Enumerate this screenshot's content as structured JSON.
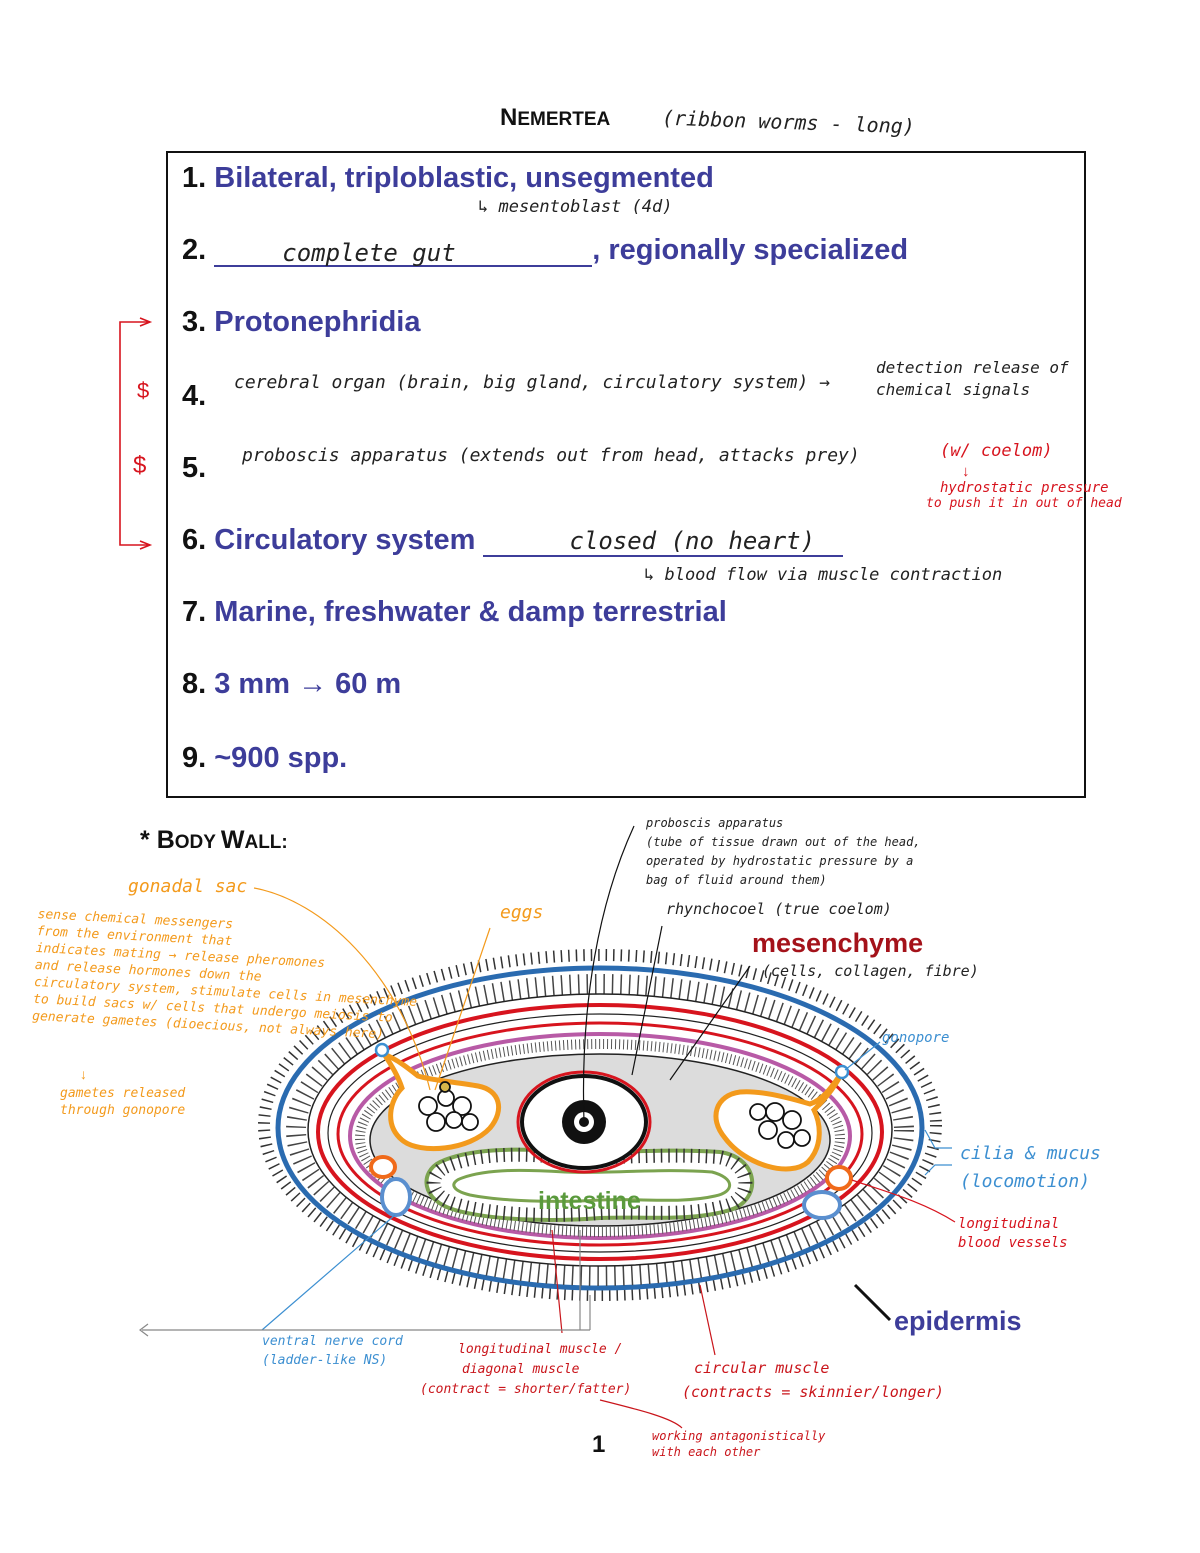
{
  "header": {
    "title_big": "N",
    "title_rest": "EMERTEA",
    "title_note": "(ribbon worms - long)"
  },
  "items": [
    {
      "num": "1.",
      "text": "Bilateral, triploblastic, unsegmented",
      "note": "↳ mesentoblast (4d)"
    },
    {
      "num": "2.",
      "blank": "complete gut",
      "text": ", regionally specialized"
    },
    {
      "num": "3.",
      "text": "Protonephridia"
    },
    {
      "num": "4.",
      "note": "cerebral organ (brain, big gland, circulatory system) →",
      "note2": "detection release of",
      "note3": "chemical signals"
    },
    {
      "num": "5.",
      "note": "proboscis apparatus (extends out from head, attacks prey)",
      "note_red": "(w/ coelom)",
      "note_red2": "hydrostatic pressure",
      "note_red3": "to push it in out of head"
    },
    {
      "num": "6.",
      "text": "Circulatory system",
      "blank": "closed (no heart)",
      "note": "↳ blood flow via muscle contraction"
    },
    {
      "num": "7.",
      "text": "Marine, freshwater & damp terrestrial"
    },
    {
      "num": "8.",
      "text": "3 mm → 60 m"
    },
    {
      "num": "9.",
      "text": "~900 spp."
    }
  ],
  "margin_marks": {
    "mark1": "$",
    "mark2": "$"
  },
  "section": {
    "star": "* ",
    "big1": "B",
    "rest1": "ODY ",
    "big2": "W",
    "rest2": "ALL:"
  },
  "labels": {
    "gonadal_sac": "gonadal sac",
    "orange_note": [
      "sense chemical messengers",
      "from the environment that",
      "indicates mating → release pheromones",
      "and release hormones down the",
      "circulatory system, stimulate cells in mesenchyme",
      "to build sacs w/ cells that undergo meiosis to",
      "generate gametes (dioecious, not always here)"
    ],
    "arrow_down": "↓",
    "gametes_note": [
      "gametes released",
      "through gonopore"
    ],
    "eggs": "eggs",
    "proboscis": [
      "proboscis apparatus",
      "(tube of tissue drawn out of the head,",
      "operated by hydrostatic pressure by a",
      "bag of fluid around them)"
    ],
    "rhynchocoel": "rhynchocoel (true coelom)",
    "mesenchyme": "mesenchyme",
    "mesenchyme_note": "(cells, collagen, fibre)",
    "gonopore": "gonopore",
    "cilia": [
      "cilia & mucus",
      "(locomotion)"
    ],
    "blood_vessels": [
      "longitudinal",
      "blood vessels"
    ],
    "intestine": "intestine",
    "epidermis": "epidermis",
    "ventral_nerve": [
      "ventral nerve cord",
      "(ladder-like NS)"
    ],
    "longitudinal_muscle": [
      "longitudinal muscle /",
      "diagonal muscle",
      "(contract = shorter/fatter)"
    ],
    "circular_muscle": [
      "circular muscle",
      "(contracts = skinnier/longer)"
    ],
    "antagonistic": [
      "working antagonistically",
      "with each other"
    ]
  },
  "colors": {
    "item_blue": "#3d3d9a",
    "red": "#d7141e",
    "orange": "#f39a1c",
    "blue_ring": "#2a6bb0",
    "pink": "#b85aa6",
    "green": "#7ba34f",
    "intestine_text": "#5a9a3c",
    "mesenchyme_text": "#a4121a"
  },
  "page_number": "1"
}
